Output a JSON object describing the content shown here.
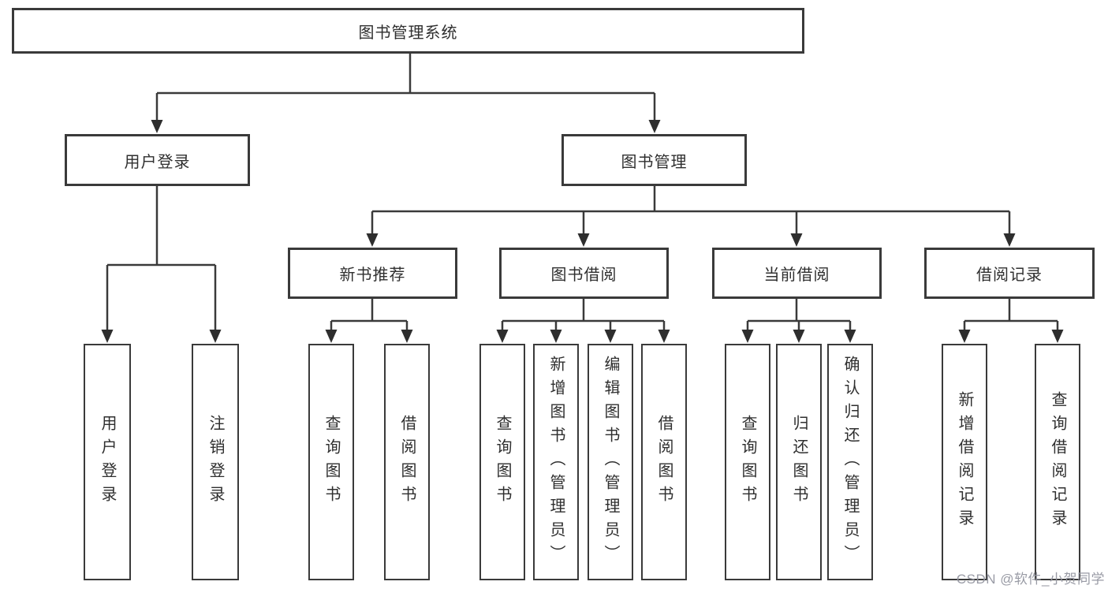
{
  "diagram_title": "图书管理系统",
  "colors": {
    "border": "#3a3a3a",
    "line": "#3a3a3a",
    "text": "#2f2f2f",
    "watermark": "#9496a0",
    "background": "#ffffff"
  },
  "nodes": {
    "root": "图书管理系统",
    "l2": [
      "用户登录",
      "图书管理"
    ],
    "l3": [
      "新书推荐",
      "图书借阅",
      "当前借阅",
      "借阅记录"
    ],
    "leaves": [
      "用户登录",
      "注销登录",
      "查询图书",
      "借阅图书",
      "查询图书",
      "新增图书（管理员）",
      "编辑图书（管理员）",
      "借阅图书",
      "查询图书",
      "归还图书",
      "确认归还（管理员）",
      "新增借阅记录",
      "查询借阅记录"
    ]
  },
  "hierarchy": {
    "图书管理系统": {
      "用户登录": [
        "用户登录",
        "注销登录"
      ],
      "图书管理": {
        "新书推荐": [
          "查询图书",
          "借阅图书"
        ],
        "图书借阅": [
          "查询图书",
          "新增图书（管理员）",
          "编辑图书（管理员）",
          "借阅图书"
        ],
        "当前借阅": [
          "查询图书",
          "归还图书",
          "确认归还（管理员）"
        ],
        "借阅记录": [
          "新增借阅记录",
          "查询借阅记录"
        ]
      }
    }
  },
  "watermark": "CSDN @软件_小贺同学"
}
